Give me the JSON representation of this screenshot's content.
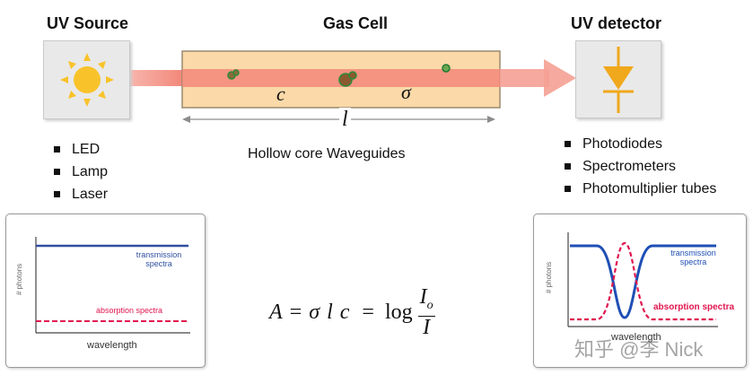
{
  "source": {
    "title": "UV Source",
    "items": [
      "LED",
      "Lamp",
      "Laser"
    ],
    "icon": "sun-icon"
  },
  "cell": {
    "title": "Gas Cell",
    "var_c": "c",
    "var_sigma": "σ",
    "var_l": "l",
    "caption": "Hollow core Waveguides"
  },
  "detector": {
    "title": "UV detector",
    "items": [
      "Photodiodes",
      "Spectrometers",
      "Photomultiplier tubes"
    ],
    "icon": "photodiode-icon"
  },
  "left_plot": {
    "ylabel": "# photons",
    "xlabel": "wavelength",
    "transmission_label": "transmission\nspectra",
    "absorption_label": "absorption spectra",
    "colors": {
      "transmission": "#2f4f9f",
      "absorption": "#e0164f"
    }
  },
  "right_plot": {
    "ylabel": "# photons",
    "xlabel": "wavelength",
    "transmission_label": "transmission\nspectra",
    "absorption_label": "absorption spectra",
    "colors": {
      "transmission": "#1f4fb5",
      "absorption": "#e0164f"
    }
  },
  "equation": {
    "lhs": "A",
    "eq1": "=",
    "sigma": "σ",
    "l": "l",
    "c": "c",
    "eq2": "=",
    "log": "log",
    "numerator": "I",
    "numerator_sub": "o",
    "denominator": "I"
  },
  "watermark": "知乎 @李 Nick",
  "colors": {
    "beam": "#f2877a",
    "cell_fill": "#fbd9a8",
    "sun": "#f8c32a",
    "diode": "#f0a81c"
  }
}
